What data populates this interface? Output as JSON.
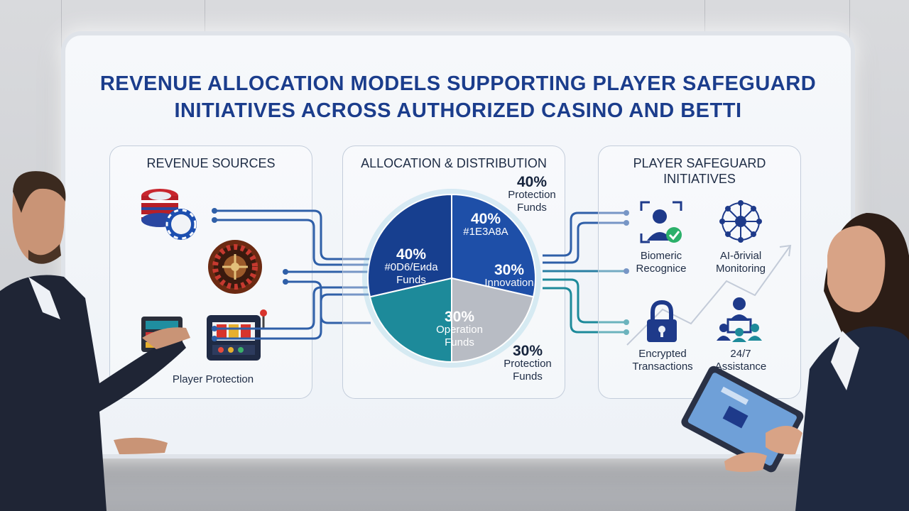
{
  "title_line1": "REVENUE ALLOCATION MODELS SUPPORTING PLAYER SAFEGUARD",
  "title_line2": "INITIATIVES ACROSS AUTHORIZED CASINO AND BETTI",
  "left_panel": {
    "heading": "REVENUE SOURCES",
    "items": [
      {
        "icon": "casino-chips-icon"
      },
      {
        "icon": "roulette-wheel-icon"
      },
      {
        "icon": "slot-machine-icon",
        "label": "Player Protection"
      }
    ]
  },
  "center_panel": {
    "heading": "ALLOCATION & DISTRIBUTION",
    "outer_labels": [
      {
        "percent": "40%",
        "text_1": "Protection",
        "text_2": "Funds"
      },
      {
        "percent": "30%",
        "text_1": "Protection",
        "text_2": "Funds"
      }
    ],
    "slice_labels": [
      {
        "percent": "40%",
        "text": "#1E3A8A"
      },
      {
        "percent": "40%",
        "text_1": "#0D6/Eиdа",
        "text_2": "Funds"
      },
      {
        "percent": "30%",
        "text": "Innovation"
      },
      {
        "percent": "30%",
        "text_1": "Operation",
        "text_2": "Funds"
      }
    ]
  },
  "right_panel": {
    "heading_1": "PLAYER SAFEGUARD",
    "heading_2": "INITIATIVES",
    "items": [
      {
        "icon": "face-verification-icon",
        "label_1": "Biomeric",
        "label_2": "Recognice"
      },
      {
        "icon": "ai-network-icon",
        "label_1": "AI-ðrivial",
        "label_2": "Monitoring"
      },
      {
        "icon": "padlock-icon",
        "label_1": "Encrypted",
        "label_2": "Transactions"
      },
      {
        "icon": "support-agent-icon",
        "label_1": "24/7",
        "label_2": "Assistance"
      }
    ]
  },
  "chart_data": {
    "type": "pie",
    "slices": [
      {
        "label": "#1E3A8A",
        "value": 40,
        "color": "#1e4fa8"
      },
      {
        "label": "Innovation",
        "value": 30,
        "color": "#b8bcc4"
      },
      {
        "label": "Operation Funds",
        "value": 30,
        "color": "#1d8a9a"
      },
      {
        "label": "#0D6/Eиdа Funds",
        "value": 40,
        "color": "#173f8f"
      }
    ]
  },
  "colors": {
    "title": "#1b3d8c",
    "navy": "#1e3a8a",
    "teal": "#1d8a9a",
    "connector": "#2f5fa8"
  }
}
